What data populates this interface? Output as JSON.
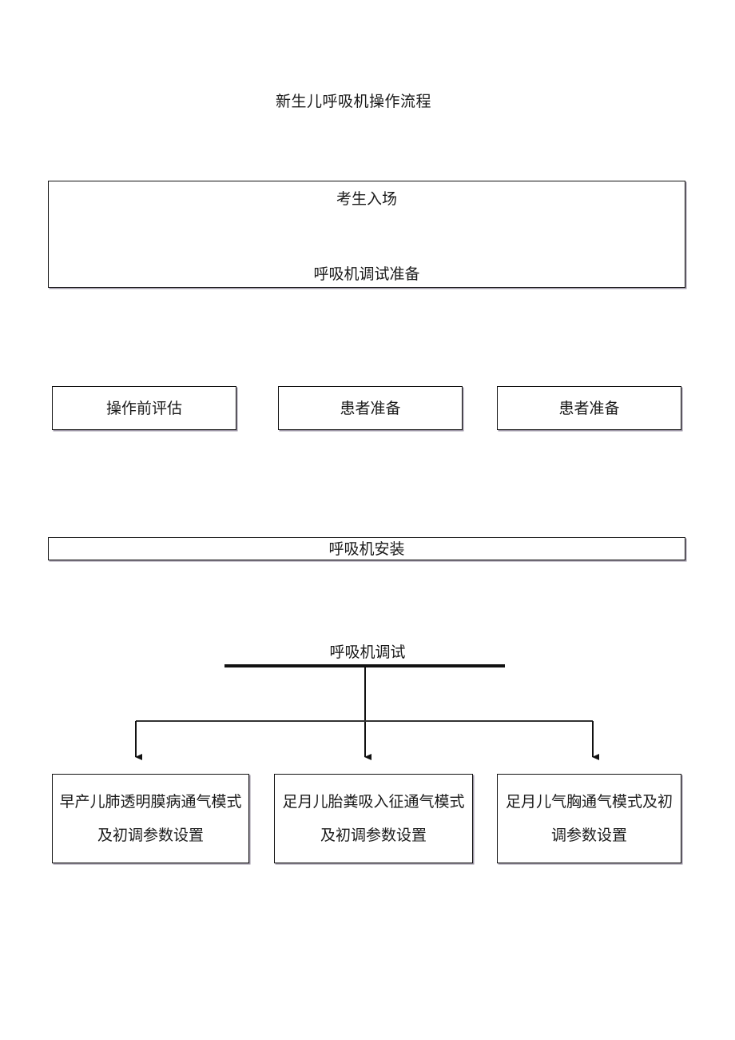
{
  "document": {
    "title": "新生儿呼吸机操作流程"
  },
  "flowchart": {
    "entry_box": {
      "line_top": "考生入场",
      "line_bottom": "呼吸机调试准备"
    },
    "stage_boxes": [
      {
        "label": "操作前评估"
      },
      {
        "label": "患者准备"
      },
      {
        "label": "患者准备"
      }
    ],
    "install_box": {
      "label": "呼吸机安装"
    },
    "debug_section": {
      "label": "呼吸机调试"
    },
    "mode_boxes": [
      {
        "label": "早产儿肺透明膜病通气模式及初调参数设置"
      },
      {
        "label": "足月儿胎粪吸入征通气模式及初调参数设置"
      },
      {
        "label": "足月儿气胸通气模式及初调参数设置"
      }
    ]
  },
  "style": {
    "line_color": "#111111",
    "shadow_color": "#9a93a3",
    "text_color": "#1a1a1a",
    "background": "#ffffff"
  }
}
